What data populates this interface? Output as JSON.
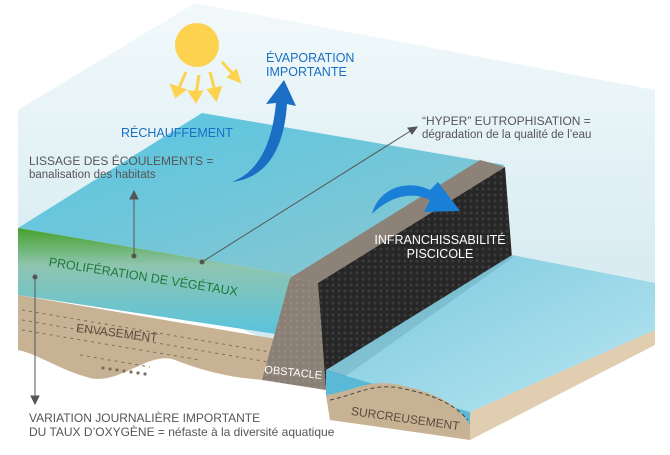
{
  "title": "Impacts d'un obstacle sur un cours d'eau",
  "labels": {
    "evaporation": [
      "ÉVAPORATION",
      "IMPORTANTE"
    ],
    "rechauffement": "RÉCHAUFFEMENT",
    "lissage": {
      "title": "LISSAGE DES ÉCOULEMENTS =",
      "subtitle": "banalisation des habitats"
    },
    "eutrophisation": {
      "title": "“HYPER” EUTROPHISATION =",
      "subtitle": "dégradation de la qualité de l’eau"
    },
    "infranchissabilite": [
      "INFRANCHISSABILITÉ",
      "PISCICOLE"
    ],
    "proliferation": "PROLIFÉRATION DE VÉGÉTAUX",
    "envasement": "ENVASEMENT",
    "obstacle": "OBSTACLE",
    "surcreusement": "SURCREUSEMENT",
    "oxygene": {
      "line1": "VARIATION JOURNALIÈRE IMPORTANTE",
      "line2": "DU TAUX D’OXYGÈNE = néfaste à la diversité aquatique"
    }
  },
  "icons": {
    "sun": "sun-icon",
    "evaporation_arrow": "curved-arrow-up-icon",
    "fish_barrier_arrow": "curved-arrow-over-icon"
  },
  "colors": {
    "label_blue": "#1a6fc4",
    "label_grey": "#555555",
    "water": "#5bc4de",
    "vegetation": "#4aa52c",
    "sediment": "#c8b294",
    "dam_top": "#8c8278",
    "dam_face": "#2a2a2a",
    "sun": "#fcd24f",
    "arrow_blue": "#1a6fc4"
  }
}
